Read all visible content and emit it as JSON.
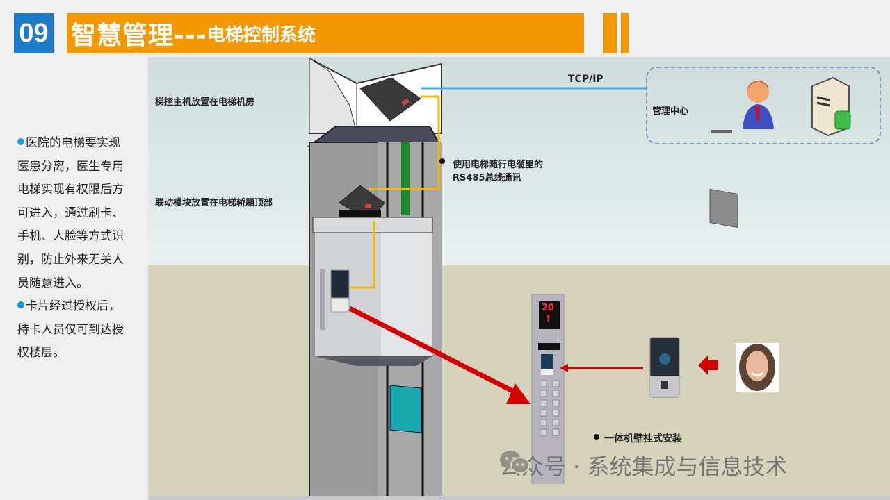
{
  "header": {
    "number": "09",
    "title_main": "智慧管理---",
    "title_sub": "电梯控制系统"
  },
  "sidebar": {
    "paragraphs": [
      "医院的电梯要实现医患分离，医生专用电梯实现有权限后方可进入，通过刷卡、手机、人脸等方式识别，防止外来无关人员随意进入。",
      "卡片经过授权后，持卡人员仅可到达授权楼层。"
    ]
  },
  "diagram": {
    "labels": {
      "host_location": "梯控主机放置在电梯机房",
      "module_location": "联动模块放置在电梯轿厢顶部",
      "protocol": "TCP/IP",
      "rs485_line1": "使用电梯随行电缆里的",
      "rs485_line2": "RS485总线通讯",
      "mgmt_center": "管理中心",
      "install_note": "一体机壁挂式安装"
    },
    "floor_display": "20",
    "colors": {
      "tcp_line": "#3aaee0",
      "rs485_line": "#f5b800",
      "arrow": "#d40000",
      "accent": "#f39800",
      "badge": "#1e7bc8"
    }
  },
  "watermark": {
    "text": "公众号 · 系统集成与信息技术"
  }
}
